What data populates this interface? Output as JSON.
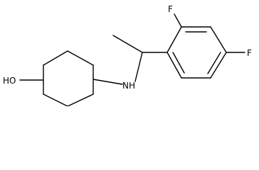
{
  "molecule": {
    "atom_labels": {
      "hydroxyl": "HO",
      "amine": "NH",
      "fluorine_ortho": "F",
      "fluorine_para": "F"
    }
  },
  "colors": {
    "bond": "#000000",
    "label": "#000000",
    "background": "#ffffff"
  }
}
